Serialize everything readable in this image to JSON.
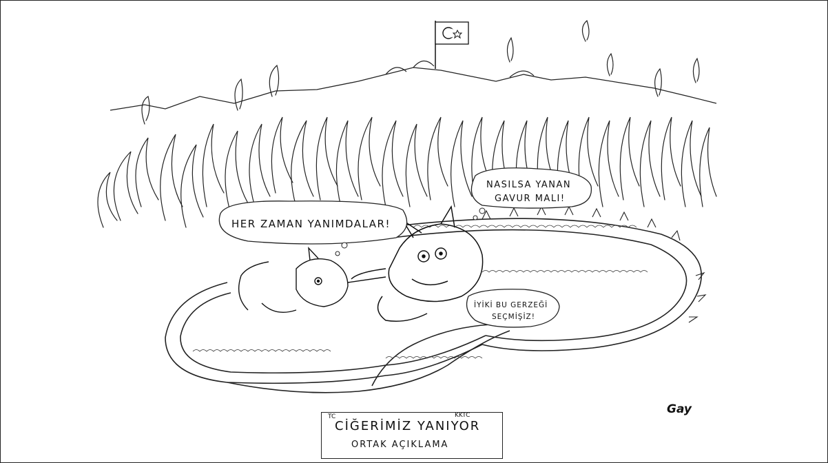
{
  "cartoon": {
    "speech_left": "HER ZAMAN YANIMDALAR!",
    "speech_top_line1": "NASILSA YANAN",
    "speech_top_line2": "GAVUR MALI!",
    "speech_bottom_line1": "İYİKİ BU GERZEĞİ",
    "speech_bottom_line2": "SEÇMİŞİZ!",
    "caption_tc": "TC",
    "caption_kktc": "KKTC",
    "caption_main": "CİĞERİMİZ YANIYOR",
    "caption_sub": "ORTAK AÇIKLAMA",
    "signature": "Gay"
  },
  "colors": {
    "ink": "#111111",
    "paper": "#ffffff"
  },
  "icons": {
    "flag": "turkish-flag-icon"
  }
}
